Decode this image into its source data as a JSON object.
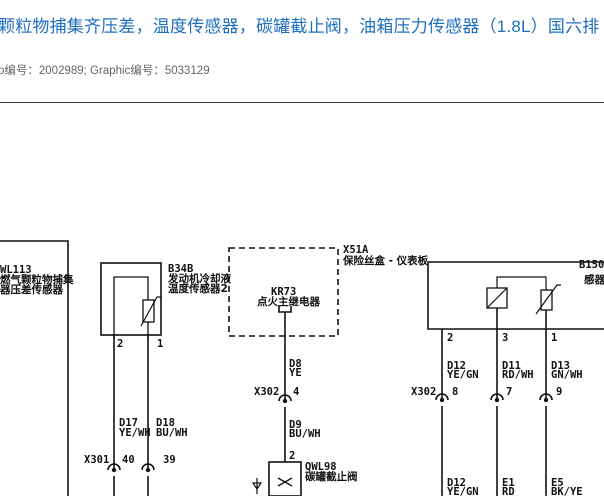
{
  "page": {
    "title": "颗粒物捕集齐压差，温度传感器，碳罐截止阀，油箱压力传感器（1.8L）国六排",
    "meta": "o编号：2002989; Graphic编号：5033129"
  },
  "diagram": {
    "components": {
      "b1113": {
        "code": "WL113",
        "name1": "燃气颗粒物捕集",
        "name2": "器压差传感器"
      },
      "b34b": {
        "code": "B34B",
        "name1": "发动机冷却液",
        "name2": "温度传感器2"
      },
      "x51a": {
        "code": "X51A",
        "name": "保险丝盒 - 仪表板"
      },
      "kr73": {
        "code": "KR73",
        "name": "点火主继电器"
      },
      "b150": {
        "code": "B150",
        "name": "感器"
      },
      "q98": {
        "code": "QWL98",
        "name": "碳罐截止阀"
      }
    },
    "pins": {
      "b34b_2": "2",
      "b34b_1": "1",
      "b150_2": "2",
      "b150_3": "3",
      "b150_1": "1",
      "q98_2": "2"
    },
    "connectors": {
      "x302_a": {
        "code": "X302",
        "pin": "4"
      },
      "x301": {
        "code": "X301",
        "pin_a": "40",
        "pin_b": "39"
      },
      "x302_b": {
        "code": "X302",
        "pin_a": "8",
        "pin_b": "7",
        "pin_c": "9"
      }
    },
    "wires": {
      "d8": {
        "code": "D8",
        "color": "YE"
      },
      "d9": {
        "code": "D9",
        "color": "BU/WH"
      },
      "d17": {
        "code": "D17",
        "color": "YE/WH"
      },
      "d18": {
        "code": "D18",
        "color": "BU/WH"
      },
      "d12_top": {
        "code": "D12",
        "color": "YE/GN"
      },
      "d11": {
        "code": "D11",
        "color": "RD/WH"
      },
      "d13": {
        "code": "D13",
        "color": "GN/WH"
      },
      "d12_bot": {
        "code": "D12",
        "color": "YE/GN"
      },
      "e1": {
        "code": "E1",
        "color": "RD"
      },
      "e5": {
        "code": "E5",
        "color": "BK/YE"
      }
    }
  }
}
